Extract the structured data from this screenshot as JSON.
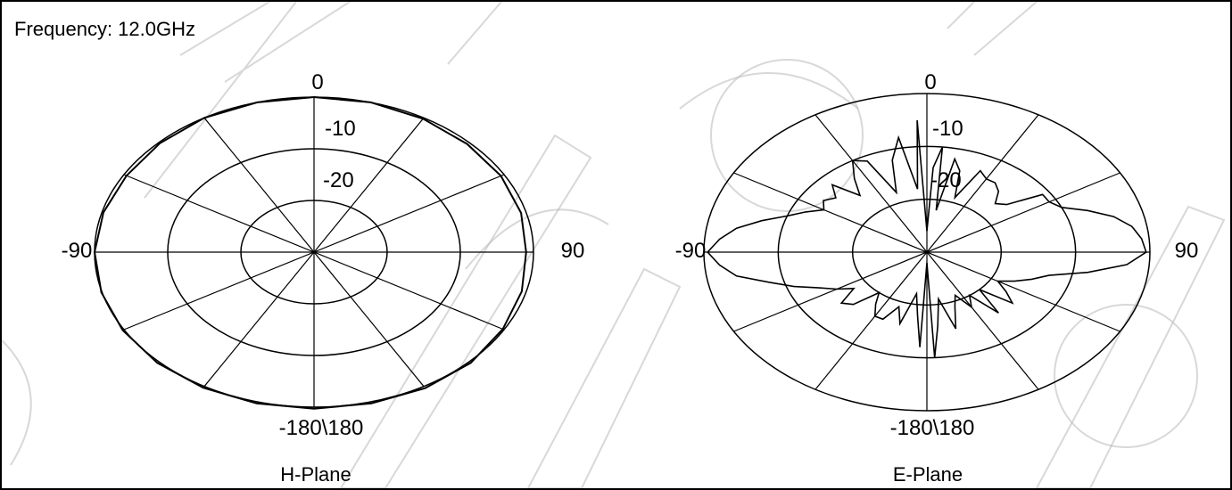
{
  "frequency_label": "Frequency: 12.0GHz",
  "colors": {
    "line": "#000000",
    "watermark": "#b8b8b8",
    "background": "#ffffff"
  },
  "chart_data": [
    {
      "type": "polar",
      "plane_label": "H-Plane",
      "angle_labels": {
        "top": "0",
        "left": "-90",
        "right": "90",
        "bottom": "-180\\180"
      },
      "radial_labels": [
        "0",
        "-10",
        "-20"
      ],
      "radial_rings_db": [
        0,
        -10,
        -20
      ],
      "r_range_db": [
        -30,
        0
      ],
      "spoke_step_deg": 30,
      "pattern": {
        "angles": [
          0,
          15,
          30,
          45,
          60,
          75,
          90,
          105,
          120,
          135,
          150,
          165,
          180,
          195,
          210,
          225,
          240,
          255,
          270,
          285,
          300,
          315,
          330,
          345
        ],
        "values_db": [
          0,
          0,
          -0.2,
          -0.4,
          -0.5,
          -0.7,
          -1.0,
          -0.6,
          -0.2,
          0.3,
          0.4,
          0.3,
          0.3,
          0.3,
          0.3,
          0.3,
          0.2,
          0.1,
          0.0,
          -0.2,
          -0.4,
          -0.2,
          0.0,
          0.0
        ]
      }
    },
    {
      "type": "polar",
      "plane_label": "E-Plane",
      "angle_labels": {
        "top": "0",
        "left": "-90",
        "right": "90",
        "bottom": "-180\\180"
      },
      "radial_labels": [
        "0",
        "-10",
        "-20"
      ],
      "radial_rings_db": [
        0,
        -10,
        -20
      ],
      "r_range_db": [
        -30,
        0
      ],
      "spoke_step_deg": 30,
      "pattern": {
        "angles": [
          0,
          3,
          6,
          9,
          12,
          16,
          20,
          25,
          30,
          35,
          40,
          45,
          50,
          55,
          60,
          65,
          70,
          75,
          80,
          85,
          90,
          95,
          100,
          105,
          110,
          115,
          120,
          125,
          130,
          135,
          140,
          145,
          150,
          155,
          160,
          165,
          170,
          174,
          177,
          180,
          183,
          186,
          190,
          195,
          200,
          205,
          210,
          215,
          220,
          225,
          230,
          235,
          240,
          245,
          250,
          255,
          260,
          265,
          270,
          275,
          280,
          285,
          290,
          295,
          300,
          305,
          310,
          315,
          320,
          325,
          330,
          335,
          340,
          345,
          350,
          354,
          357
        ],
        "values_db": [
          -26,
          -14,
          -10,
          -22,
          -12,
          -14,
          -19,
          -13,
          -14,
          -14,
          -15,
          -17,
          -16,
          -11,
          -11,
          -10,
          -7,
          -4,
          -2,
          -1,
          -0.5,
          -3,
          -8,
          -13,
          -15,
          -17,
          -19,
          -17,
          -15,
          -20,
          -15,
          -20,
          -18,
          -21,
          -19,
          -15,
          -21,
          -16,
          -10,
          -28,
          -12,
          -18,
          -22,
          -16,
          -19,
          -16,
          -16,
          -18,
          -20,
          -16,
          -15,
          -18,
          -16,
          -14,
          -11,
          -8,
          -4,
          -2,
          -0.5,
          -2,
          -4,
          -7,
          -10,
          -12,
          -14,
          -13,
          -14,
          -12,
          -16,
          -13,
          -10,
          -11,
          -18,
          -12,
          -8,
          -18,
          -5
        ]
      }
    }
  ]
}
